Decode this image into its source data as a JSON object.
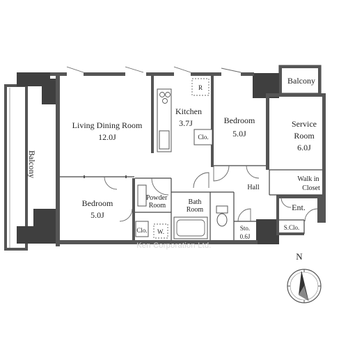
{
  "floorplan": {
    "rooms": {
      "balcony_west": "Balcony",
      "balcony_north": "Balcony",
      "living_dining": {
        "name": "Living Dining Room",
        "size": "12.0J"
      },
      "kitchen": {
        "name": "Kitchen",
        "size": "3.7J"
      },
      "bedroom_north": {
        "name": "Bedroom",
        "size": "5.0J"
      },
      "service_room": {
        "name": "Service",
        "name2": "Room",
        "size": "6.0J"
      },
      "walk_in_closet": {
        "line1": "Walk in",
        "line2": "Closet"
      },
      "hall": "Hall",
      "entrance": "Ent.",
      "shoe_closet": "S.Clo.",
      "storage": {
        "name": "Sto.",
        "size": "0.6J"
      },
      "bedroom_south": {
        "name": "Bedroom",
        "size": "5.0J"
      },
      "powder_room": {
        "line1": "Powder",
        "line2": "Room"
      },
      "bath_room": {
        "line1": "Bath",
        "line2": "Room"
      },
      "closet_kitchen": "Clo.",
      "closet_bedroom": "Clo.",
      "washer": "W.",
      "refrigerator": "R"
    },
    "compass": {
      "label": "N"
    },
    "watermark": "Ken Corporation Ltd."
  }
}
